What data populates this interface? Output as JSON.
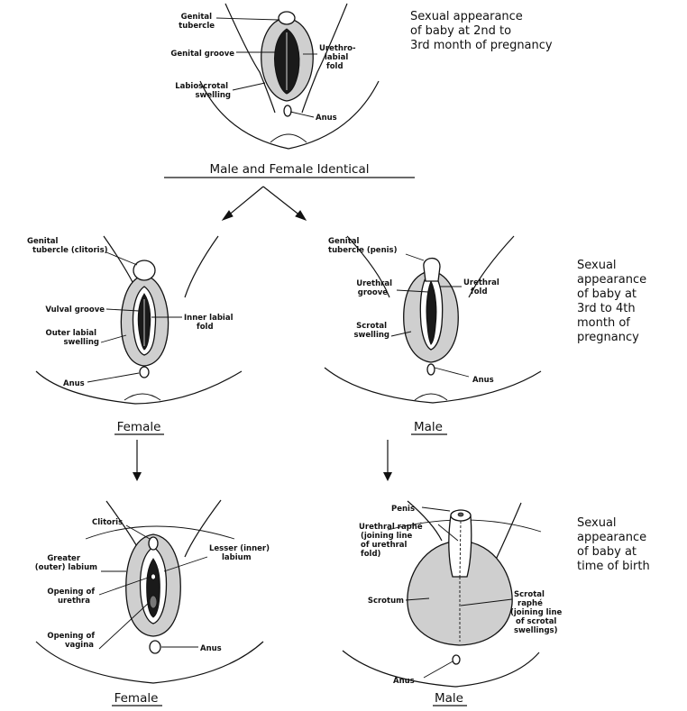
{
  "stage1": {
    "labels": {
      "genital_tubercle": [
        "Genital",
        "tubercle"
      ],
      "genital_groove": "Genital groove",
      "labioscrotal_swelling": [
        "Labioscrotal",
        "swelling"
      ],
      "urethrolabial_fold": [
        "Urethro-",
        "labial",
        "fold"
      ],
      "anus": "Anus"
    },
    "caption": [
      "Sexual appearance",
      "of baby at 2nd to",
      "3rd month of pregnancy"
    ],
    "title": "Male and Female Identical"
  },
  "stage2": {
    "female": {
      "labels": {
        "genital_tubercle": [
          "Genital",
          "tubercle (clitoris)"
        ],
        "vulval_groove": "Vulval groove",
        "outer_labial_swelling": [
          "Outer labial",
          "swelling"
        ],
        "inner_labial_fold": [
          "Inner labial",
          "fold"
        ],
        "anus": "Anus"
      },
      "title": "Female"
    },
    "male": {
      "labels": {
        "genital_tubercle": [
          "Genital",
          "tubercle (penis)"
        ],
        "urethral_groove": [
          "Urethral",
          "groove"
        ],
        "urethral_fold": [
          "Urethral",
          "fold"
        ],
        "scrotal_swelling": [
          "Scrotal",
          "swelling"
        ],
        "anus": "Anus"
      },
      "title": "Male"
    },
    "caption": [
      "Sexual",
      "appearance",
      "of baby at",
      "3rd to 4th",
      "month of",
      "pregnancy"
    ]
  },
  "stage3": {
    "female": {
      "labels": {
        "clitoris": "Clitoris",
        "greater_labium": [
          "Greater",
          "(outer) labium"
        ],
        "lesser_labium": [
          "Lesser (inner)",
          "labium"
        ],
        "opening_urethra": [
          "Opening of",
          "urethra"
        ],
        "opening_vagina": [
          "Opening of",
          "vagina"
        ],
        "anus": "Anus"
      },
      "title": "Female"
    },
    "male": {
      "labels": {
        "penis": "Penis",
        "urethral_raphe": [
          "Urethral raphé",
          "(joining line",
          "of urethral",
          "fold)"
        ],
        "scrotum": "Scrotum",
        "scrotal_raphe": [
          "Scrotal",
          "raphé",
          "(joining line",
          "of scrotal",
          "swellings)"
        ],
        "anus": "Anus"
      },
      "title": "Male"
    },
    "caption": [
      "Sexual",
      "appearance",
      "of baby at",
      "time of birth"
    ]
  }
}
